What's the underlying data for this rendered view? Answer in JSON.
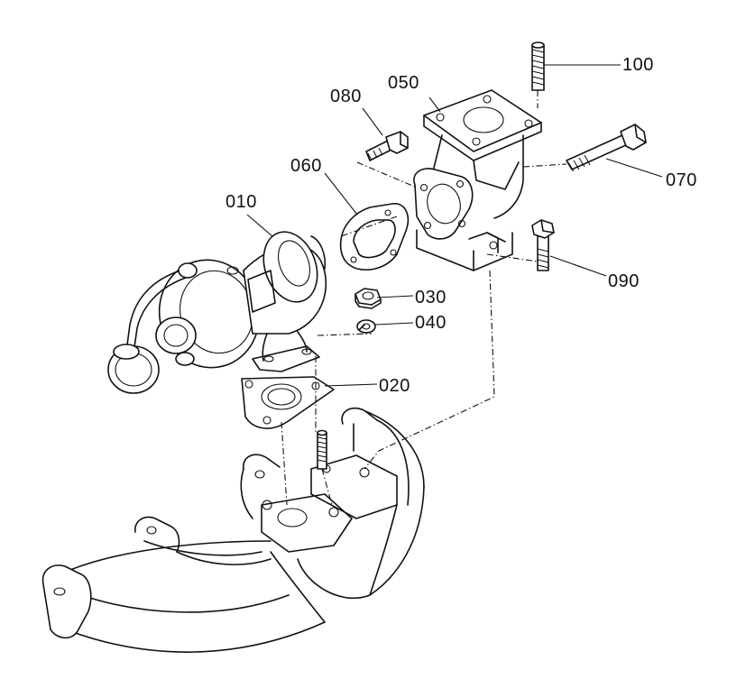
{
  "callouts": {
    "p010": "010",
    "p020": "020",
    "p030": "030",
    "p040": "040",
    "p050": "050",
    "p060": "060",
    "p070": "070",
    "p080": "080",
    "p090": "090",
    "p100": "100"
  }
}
